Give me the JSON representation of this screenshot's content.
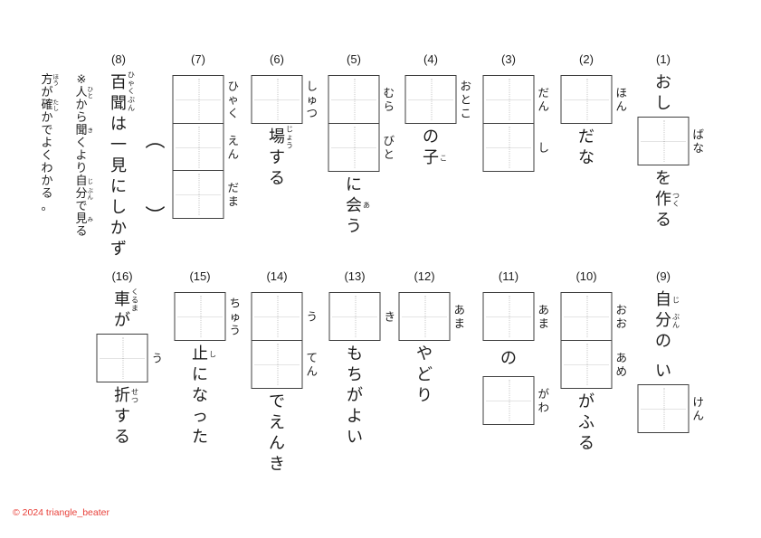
{
  "page": {
    "footer": {
      "text": "© 2024 triangle_beater",
      "color_hex": "#e8403a"
    }
  },
  "colors": {
    "ink": "#1c1c1c",
    "box_border": "#3f3f3f",
    "box_guide_dotted": "#c9c9c9"
  },
  "parens": {
    "open": "（",
    "close": "）"
  },
  "note": {
    "lines": [
      {
        "items": [
          {
            "t": "t",
            "s": "※"
          },
          {
            "t": "r",
            "b": "人",
            "f": "ひと"
          },
          {
            "t": "t",
            "s": "から"
          },
          {
            "t": "r",
            "b": "聞",
            "f": "き"
          },
          {
            "t": "t",
            "s": "くより"
          },
          {
            "t": "r",
            "b": "自",
            "f": "じ"
          },
          {
            "t": "r",
            "b": "分",
            "f": "ぶん"
          },
          {
            "t": "t",
            "s": "で"
          },
          {
            "t": "r",
            "b": "見",
            "f": "み"
          },
          {
            "t": "t",
            "s": "る"
          }
        ]
      },
      {
        "items": [
          {
            "t": "r",
            "b": "方",
            "f": "ほう"
          },
          {
            "t": "t",
            "s": "が"
          },
          {
            "t": "r",
            "b": "確",
            "f": "たし"
          },
          {
            "t": "t",
            "s": "かでよくわかる。"
          }
        ]
      }
    ]
  },
  "problems": [
    {
      "num": "(1)",
      "items": [
        {
          "t": "t",
          "s": "おし"
        },
        {
          "t": "b",
          "r": "ばな"
        },
        {
          "t": "t",
          "s": "を"
        },
        {
          "t": "r",
          "b": "作",
          "f": "つく"
        },
        {
          "t": "t",
          "s": "る"
        }
      ]
    },
    {
      "num": "(2)",
      "items": [
        {
          "t": "b",
          "r": "ほん"
        },
        {
          "t": "t",
          "s": "だな"
        }
      ]
    },
    {
      "num": "(3)",
      "items": [
        {
          "t": "bg",
          "r": [
            "だん",
            "し"
          ]
        }
      ]
    },
    {
      "num": "(4)",
      "items": [
        {
          "t": "b",
          "r": "おとこ"
        },
        {
          "t": "t",
          "s": "の"
        },
        {
          "t": "r",
          "b": "子",
          "f": "こ"
        }
      ]
    },
    {
      "num": "(5)",
      "items": [
        {
          "t": "bg",
          "r": [
            "むら",
            "びと"
          ]
        },
        {
          "t": "t",
          "s": "に"
        },
        {
          "t": "r",
          "b": "会",
          "f": "あ"
        },
        {
          "t": "t",
          "s": "う"
        }
      ]
    },
    {
      "num": "(6)",
      "items": [
        {
          "t": "b",
          "r": "しゅつ"
        },
        {
          "t": "r",
          "b": "場",
          "f": "じょう"
        },
        {
          "t": "t",
          "s": "する"
        }
      ]
    },
    {
      "num": "(7)",
      "items": [
        {
          "t": "bg",
          "r": [
            "ひゃく",
            "えん",
            "だま"
          ]
        }
      ]
    },
    {
      "num": "(8)",
      "items": [
        {
          "t": "r",
          "b": "百",
          "f": "ひゃく"
        },
        {
          "t": "r",
          "b": "聞",
          "f": "ぶん"
        },
        {
          "t": "t",
          "s": "は一見にしかず"
        }
      ]
    },
    {
      "num": "(9)",
      "items": [
        {
          "t": "r",
          "b": "自",
          "f": "じ"
        },
        {
          "t": "r",
          "b": "分",
          "f": "ぶん"
        },
        {
          "t": "t",
          "s": "の"
        },
        {
          "t": "g",
          "h": 10
        },
        {
          "t": "t",
          "s": "い"
        },
        {
          "t": "b",
          "r": "けん"
        }
      ]
    },
    {
      "num": "(10)",
      "items": [
        {
          "t": "bg",
          "r": [
            "おお",
            "あめ"
          ]
        },
        {
          "t": "t",
          "s": "がふる"
        }
      ]
    },
    {
      "num": "(11)",
      "items": [
        {
          "t": "b",
          "r": "あま"
        },
        {
          "t": "g",
          "h": 5
        },
        {
          "t": "t",
          "s": "の"
        },
        {
          "t": "g",
          "h": 5
        },
        {
          "t": "b",
          "r": "がわ"
        }
      ]
    },
    {
      "num": "(12)",
      "items": [
        {
          "t": "b",
          "r": "あま"
        },
        {
          "t": "t",
          "s": "やどり"
        }
      ]
    },
    {
      "num": "(13)",
      "items": [
        {
          "t": "b",
          "r": "き"
        },
        {
          "t": "t",
          "s": "もちがよい"
        }
      ]
    },
    {
      "num": "(14)",
      "items": [
        {
          "t": "bg",
          "r": [
            "う",
            "てん"
          ]
        },
        {
          "t": "t",
          "s": "でえんき"
        }
      ]
    },
    {
      "num": "(15)",
      "items": [
        {
          "t": "b",
          "r": "ちゅう"
        },
        {
          "t": "r",
          "b": "止",
          "f": "し"
        },
        {
          "t": "t",
          "s": "になった"
        }
      ]
    },
    {
      "num": "(16)",
      "items": [
        {
          "t": "r",
          "b": "車",
          "f": "くるま"
        },
        {
          "t": "t",
          "s": "が"
        },
        {
          "t": "b",
          "r": "う"
        },
        {
          "t": "r",
          "b": "折",
          "f": "せつ"
        },
        {
          "t": "t",
          "s": "する"
        }
      ]
    }
  ]
}
